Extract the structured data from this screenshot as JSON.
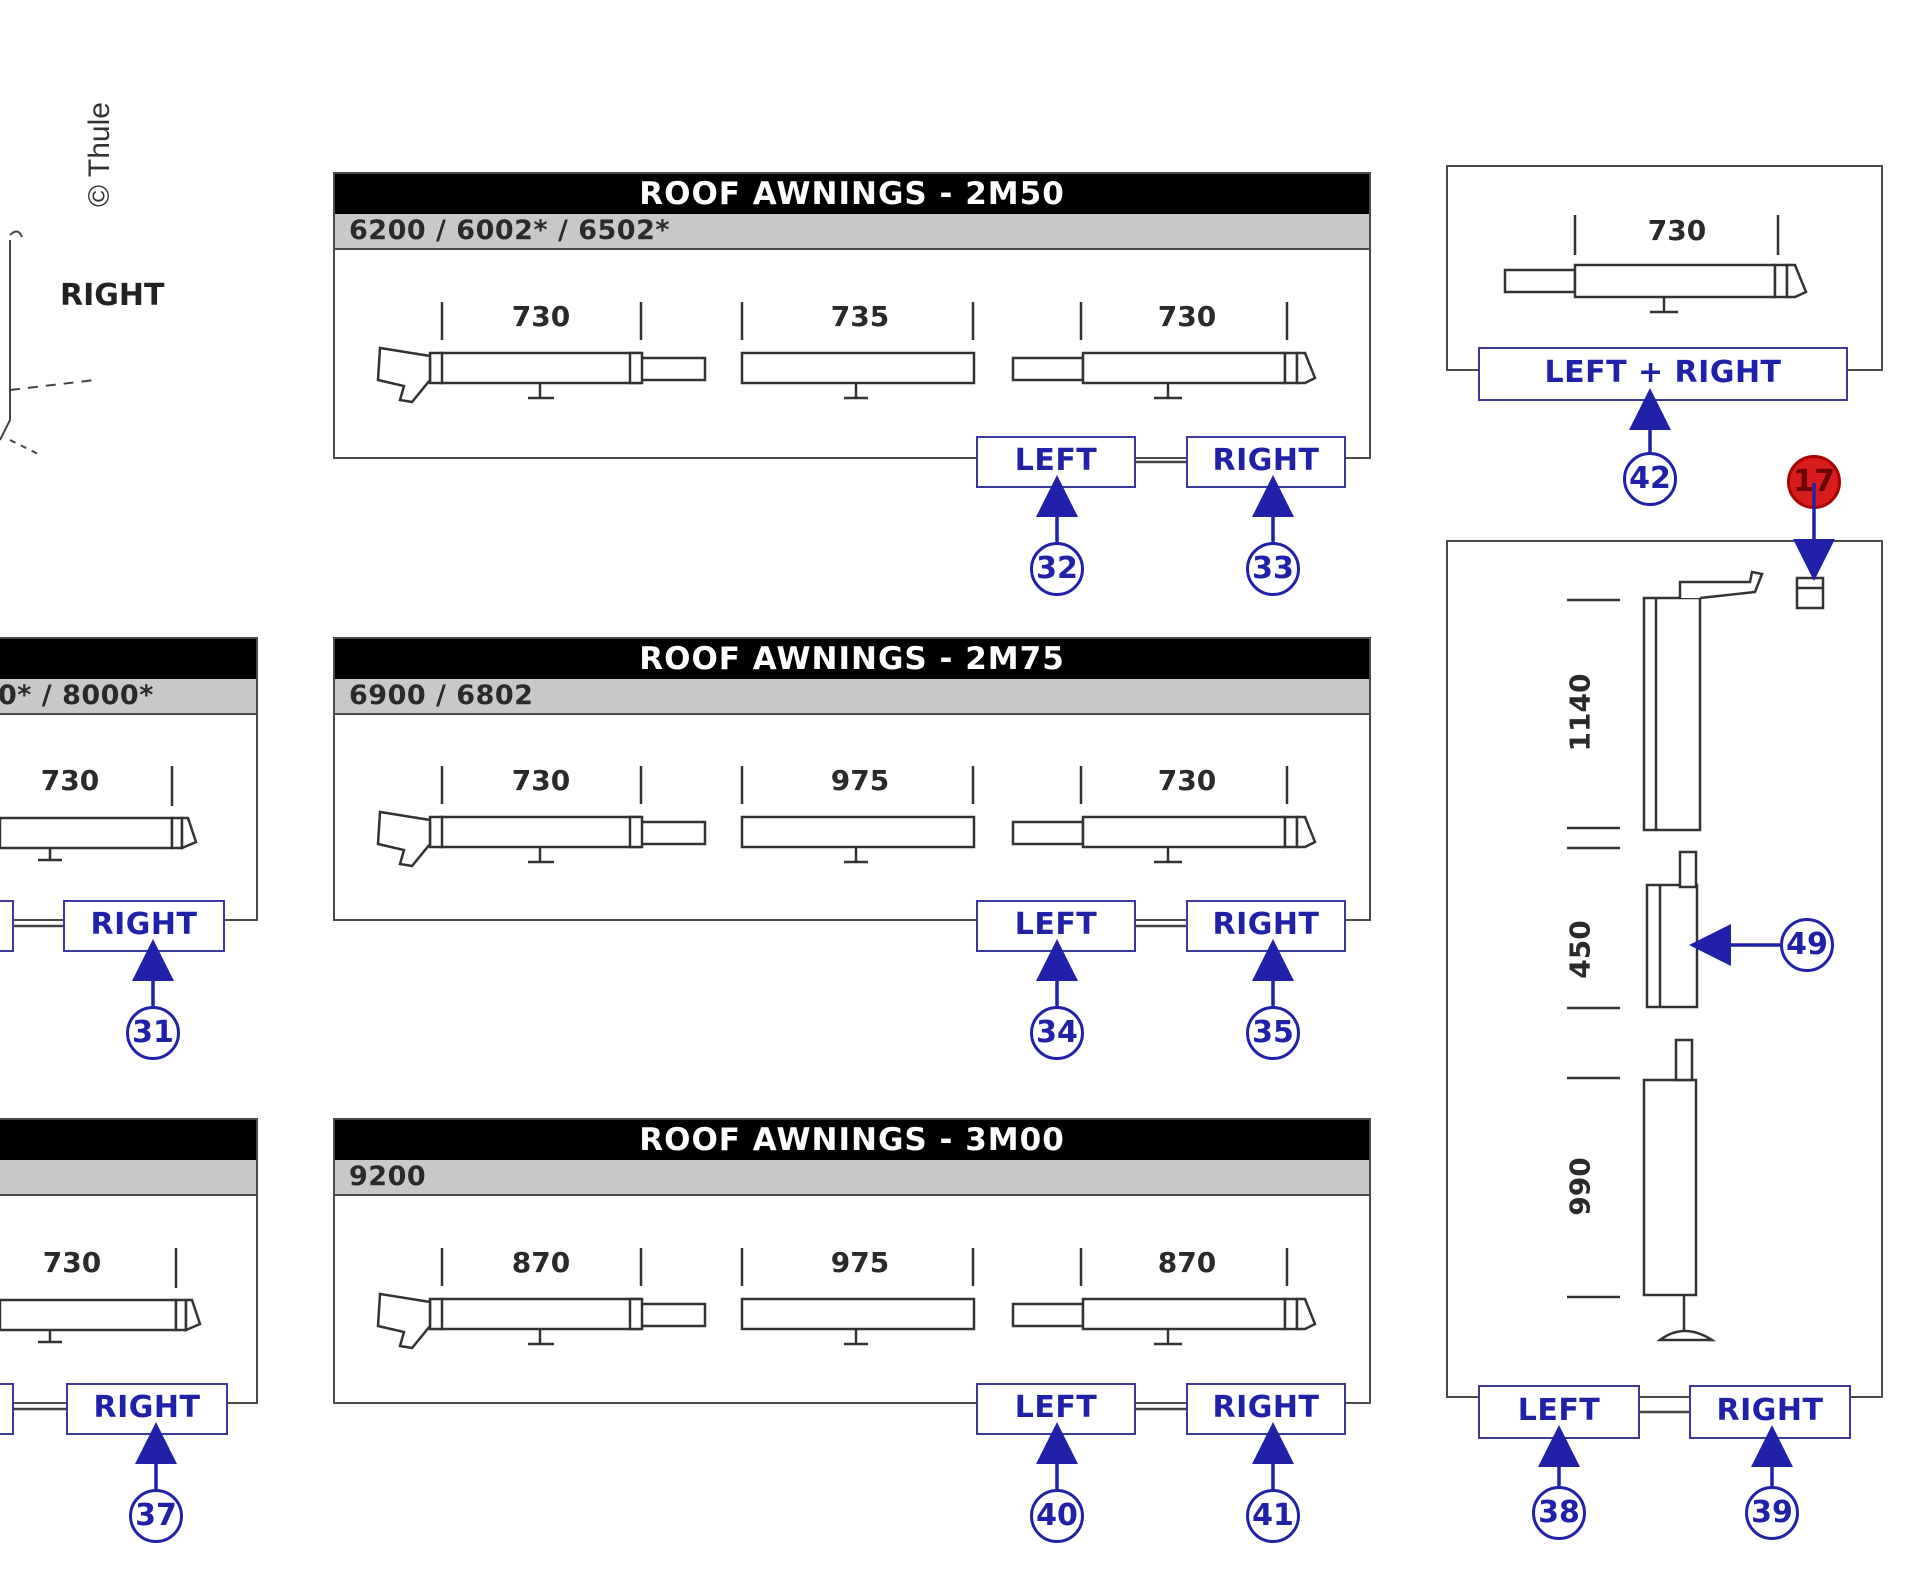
{
  "copyright": "© Thule",
  "side_label": "RIGHT",
  "panels": [
    {
      "title": "ROOF AWNINGS - 2M50",
      "models": "6200 / 6002* / 6502*",
      "dims": [
        "730",
        "735",
        "730"
      ],
      "left": {
        "label": "LEFT",
        "callout": "32"
      },
      "right": {
        "label": "RIGHT",
        "callout": "33"
      }
    },
    {
      "title": "ROOF AWNINGS - 2M75",
      "models": "6900 / 6802",
      "dims": [
        "730",
        "975",
        "730"
      ],
      "left": {
        "label": "LEFT",
        "callout": "34"
      },
      "right": {
        "label": "RIGHT",
        "callout": "35"
      }
    },
    {
      "title": "ROOF AWNINGS - 3M00",
      "models": "9200",
      "dims": [
        "870",
        "975",
        "870"
      ],
      "left": {
        "label": "LEFT",
        "callout": "40"
      },
      "right": {
        "label": "RIGHT",
        "callout": "41"
      }
    }
  ],
  "partial_panels": [
    {
      "models": "0* / 8000*",
      "dim": "730",
      "right": {
        "label": "RIGHT",
        "callout": "31"
      }
    },
    {
      "models": "",
      "dim": "730",
      "right": {
        "label": "RIGHT",
        "callout": "37"
      }
    }
  ],
  "top_right_panel": {
    "dim": "730",
    "button": "LEFT + RIGHT",
    "callout": "42"
  },
  "leg_panel": {
    "dims": [
      "1140",
      "450",
      "990"
    ],
    "red_callout": "17",
    "side_callout": "49",
    "left": {
      "label": "LEFT",
      "callout": "38"
    },
    "right": {
      "label": "RIGHT",
      "callout": "39"
    }
  }
}
